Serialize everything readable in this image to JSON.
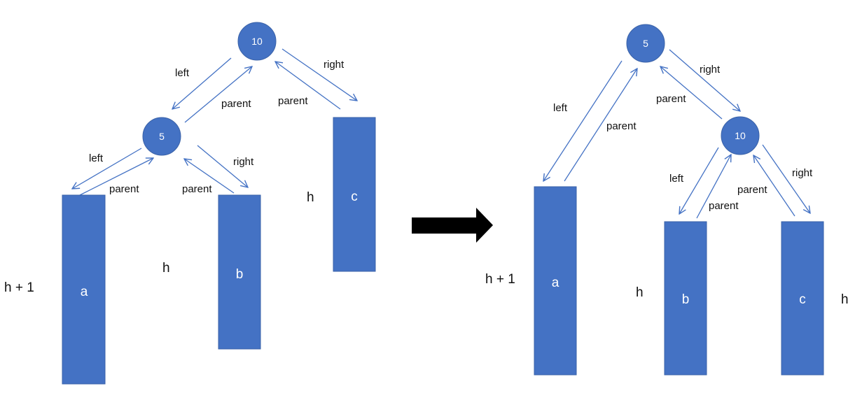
{
  "colors": {
    "shape": "#4472C4",
    "arrow": "#4472C4",
    "transform_arrow": "#000000",
    "text": "#111111"
  },
  "before": {
    "nodes": {
      "root": "10",
      "child": "5"
    },
    "subtrees": {
      "a": "a",
      "b": "b",
      "c": "c"
    },
    "edge_labels": {
      "root_left": "left",
      "root_right": "right",
      "root_left_parent": "parent",
      "root_right_parent": "parent",
      "child_left": "left",
      "child_right": "right",
      "child_left_parent": "parent",
      "child_right_parent": "parent"
    },
    "heights": {
      "a": "h + 1",
      "b": "h",
      "c": "h"
    }
  },
  "after": {
    "nodes": {
      "root": "5",
      "child": "10"
    },
    "subtrees": {
      "a": "a",
      "b": "b",
      "c": "c"
    },
    "edge_labels": {
      "root_left": "left",
      "root_right": "right",
      "root_left_parent": "parent",
      "root_right_parent": "parent",
      "child_left": "left",
      "child_right": "right",
      "child_left_parent": "parent",
      "child_right_parent": "parent"
    },
    "heights": {
      "a": "h + 1",
      "b": "h",
      "c": "h"
    }
  },
  "transform_arrow_icon": "right-arrow-icon"
}
